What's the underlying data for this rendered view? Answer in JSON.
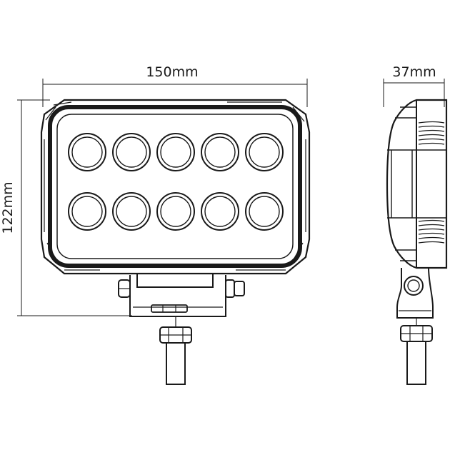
{
  "drawing": {
    "front_view": {
      "width_label": "150mm",
      "height_label": "122mm",
      "led_rows": 2,
      "leds_per_row": 5
    },
    "side_view": {
      "depth_label": "37mm"
    },
    "line_color": "#1a1a1a",
    "background_color": "#ffffff"
  }
}
